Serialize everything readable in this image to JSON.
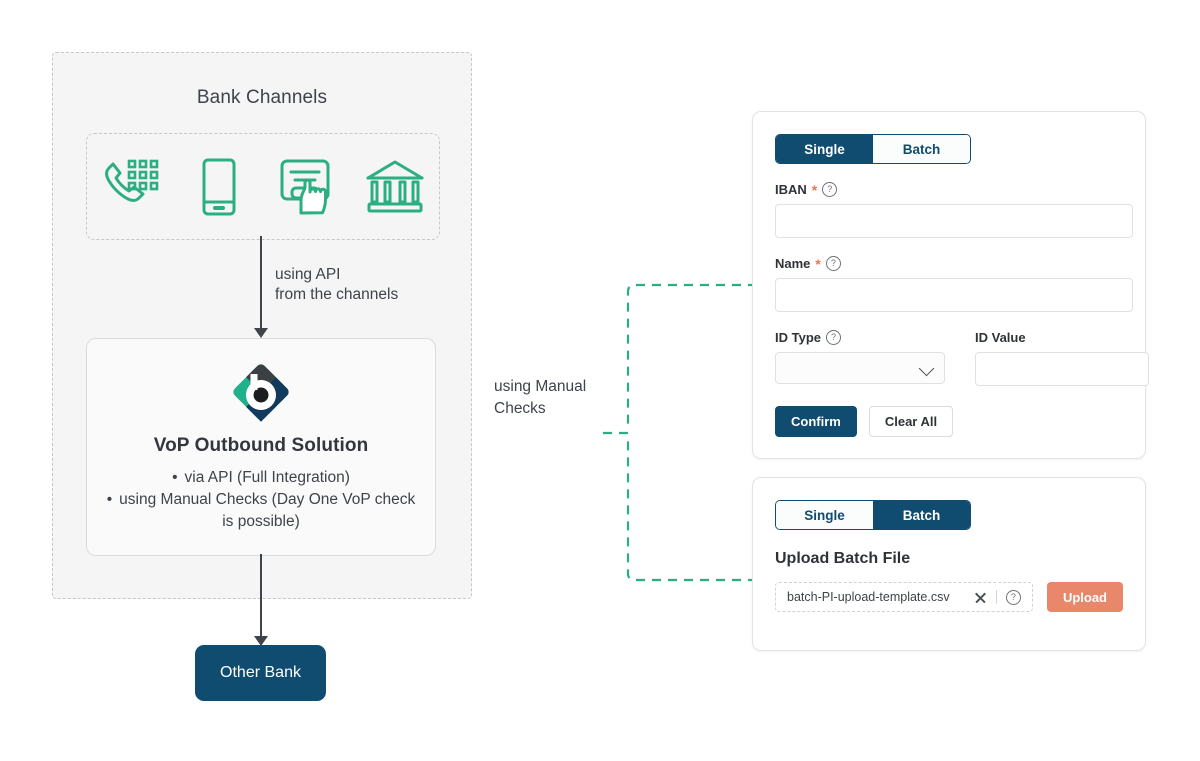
{
  "colors": {
    "navy": "#0f4c70",
    "teal": "#2bae82",
    "coral": "#e8876a",
    "panel_bg": "#f5f5f5",
    "text": "#3f434a"
  },
  "left": {
    "bank_channels_title": "Bank Channels",
    "channels": [
      {
        "name": "phone-keypad-icon",
        "label": "Phone Banking"
      },
      {
        "name": "mobile-phone-icon",
        "label": "Mobile Banking"
      },
      {
        "name": "online-banking-click-icon",
        "label": "Online Banking"
      },
      {
        "name": "bank-building-icon",
        "label": "Branch"
      }
    ],
    "api_label_line1": "using API",
    "api_label_line2": "from the channels",
    "vop": {
      "title": "VoP Outbound Solution",
      "bullets": [
        "via API (Full Integration)",
        "using Manual Checks (Day One VoP check is possible)"
      ],
      "logo_name": "vop-diamond-logo"
    },
    "other_bank_label": "Other Bank"
  },
  "connector": {
    "manual_checks_label_line1": "using Manual",
    "manual_checks_label_line2": "Checks"
  },
  "single_panel": {
    "tabs": [
      {
        "label": "Single",
        "active": true
      },
      {
        "label": "Batch",
        "active": false
      }
    ],
    "fields": {
      "iban": {
        "label": "IBAN",
        "required": "*",
        "help": "?",
        "value": "",
        "placeholder": ""
      },
      "name": {
        "label": "Name",
        "required": "*",
        "help": "?",
        "value": "",
        "placeholder": ""
      },
      "id_type": {
        "label": "ID Type",
        "help": "?",
        "value": "",
        "placeholder": ""
      },
      "id_value": {
        "label": "ID Value",
        "value": "",
        "placeholder": ""
      }
    },
    "buttons": {
      "confirm": "Confirm",
      "clear_all": "Clear All"
    }
  },
  "batch_panel": {
    "tabs": [
      {
        "label": "Single",
        "active": false
      },
      {
        "label": "Batch",
        "active": true
      }
    ],
    "upload_title": "Upload Batch File",
    "file_name": "batch-PI-upload-template.csv",
    "upload_button": "Upload",
    "clear_icon": "close-icon",
    "help_icon": "help-circle-icon"
  }
}
